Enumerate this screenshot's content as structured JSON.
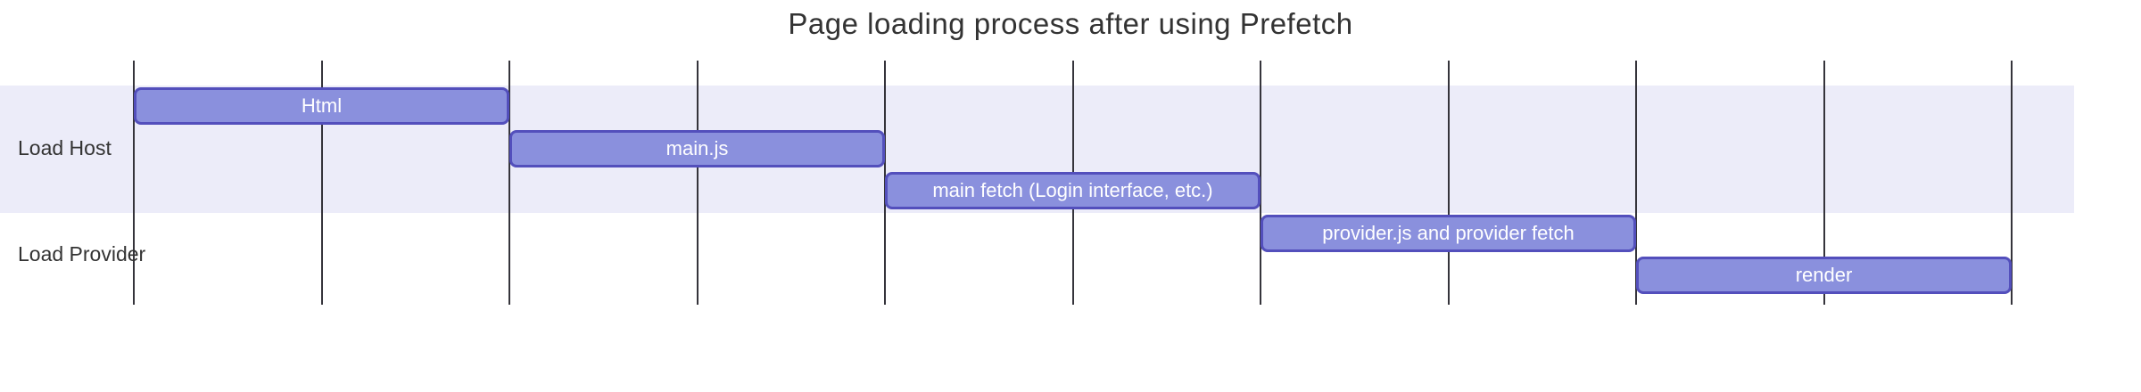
{
  "chart": {
    "colors": {
      "task_fill": "#8a90dd",
      "task_border": "#534fbc",
      "section_band": "#ececf9",
      "grid_line": "#35343b",
      "text_dark": "#333333",
      "task_text": "#ffffff"
    }
  },
  "chart_data": {
    "type": "bar",
    "variant": "gantt",
    "title": "Page loading process after using Prefetch",
    "x_axis": {
      "tick_count": 11,
      "unit_intervals": 10,
      "tick_labels": []
    },
    "legend": null,
    "sections": [
      {
        "label": "Load Host",
        "tasks": [
          {
            "label": "Html",
            "start": 0,
            "end": 2
          },
          {
            "label": "main.js",
            "start": 2,
            "end": 4
          },
          {
            "label": "main fetch  (Login interface, etc.)",
            "start": 4,
            "end": 6
          }
        ]
      },
      {
        "label": "Load Provider",
        "tasks": [
          {
            "label": "provider.js and provider fetch",
            "start": 6,
            "end": 8
          },
          {
            "label": "render",
            "start": 8,
            "end": 10
          }
        ]
      }
    ]
  }
}
